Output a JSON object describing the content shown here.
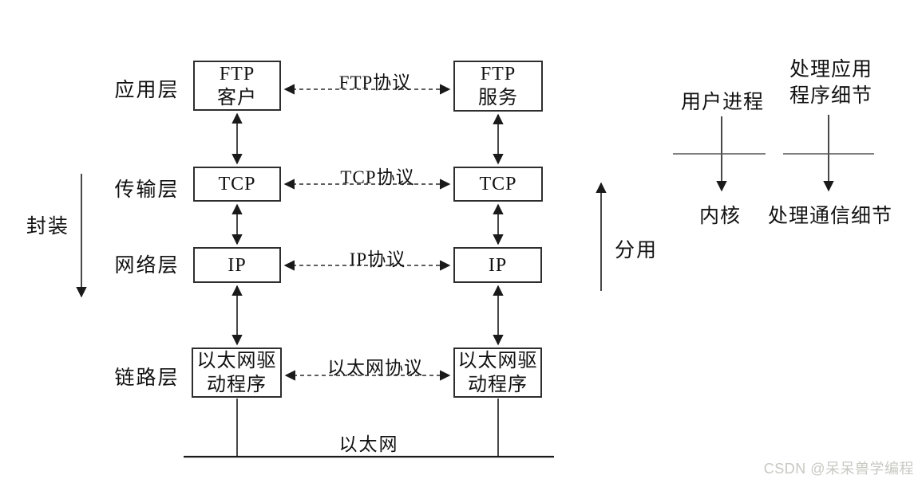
{
  "layers": {
    "app": "应用层",
    "transport": "传输层",
    "network": "网络层",
    "link": "链路层"
  },
  "left_host": {
    "app": "FTP\n客户",
    "transport": "TCP",
    "network": "IP",
    "link": "以太网驱\n动程序"
  },
  "right_host": {
    "app": "FTP\n服务",
    "transport": "TCP",
    "network": "IP",
    "link": "以太网驱\n动程序"
  },
  "protocols": {
    "app": "FTP协议",
    "transport": "TCP协议",
    "network": "IP协议",
    "link": "以太网协议"
  },
  "annotations": {
    "encapsulation": "封装",
    "demultiplex": "分用",
    "user_process": "用户进程",
    "app_detail": "处理应用\n程序细节",
    "kernel": "内核",
    "comm_detail": "处理通信细节",
    "medium": "以太网"
  },
  "colors": {
    "line": "#1a1a1a",
    "border": "#2e2e2e",
    "watermark": "#c8c8c2"
  },
  "watermark": "CSDN @呆呆兽学编程"
}
